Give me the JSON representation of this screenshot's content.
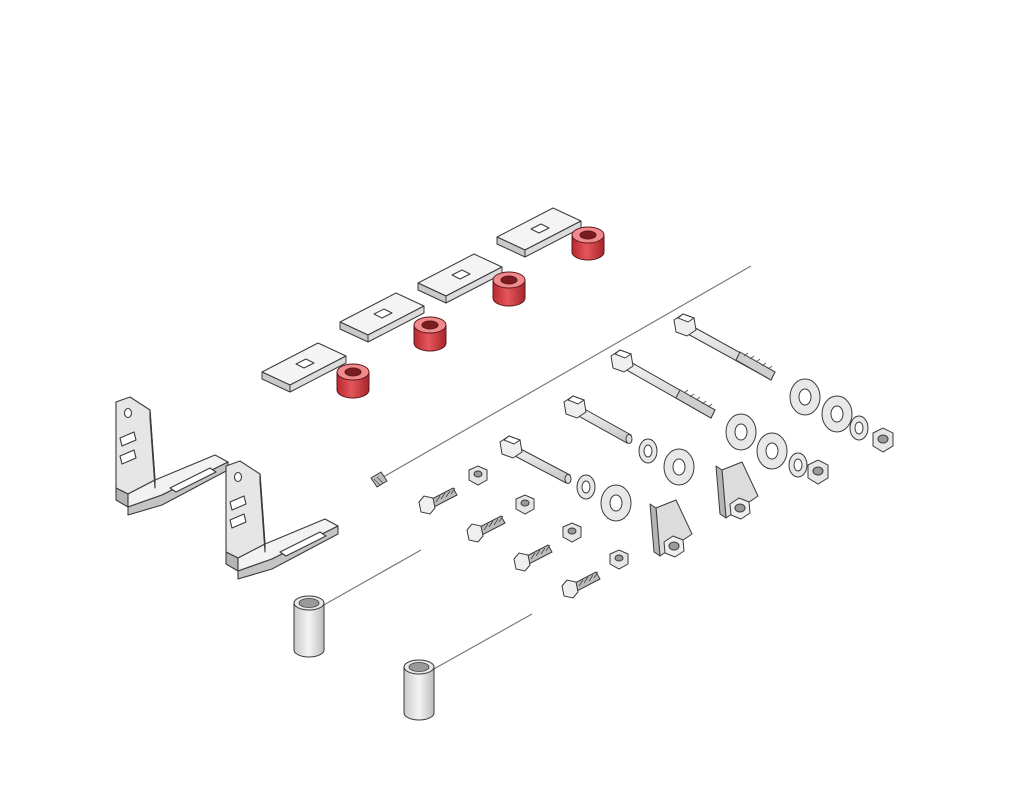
{
  "diagram": {
    "kind": "exploded-parts-illustration",
    "colors": {
      "background": "#ffffff",
      "steel_light": "#f2f2f2",
      "steel_mid": "#d8d8d8",
      "steel_dark": "#b5b5b5",
      "outline": "#3a3a3a",
      "spacer_red": "#d9474c",
      "spacer_red_dark": "#a8252b",
      "spacer_red_light": "#f08a8d"
    },
    "parts": [
      {
        "name": "mounting-bracket",
        "count": 2
      },
      {
        "name": "slotted-shim-plate",
        "count": 4
      },
      {
        "name": "red-spacer",
        "count": 4
      },
      {
        "name": "long-hex-bolt",
        "count": 2
      },
      {
        "name": "medium-hex-bolt",
        "count": 2
      },
      {
        "name": "short-hex-bolt",
        "count": 4
      },
      {
        "name": "flat-washer",
        "count": 8
      },
      {
        "name": "lock-washer",
        "count": 2
      },
      {
        "name": "hex-nut",
        "count": 6
      },
      {
        "name": "clip-nut",
        "count": 2
      },
      {
        "name": "wire-tool",
        "count": 1
      },
      {
        "name": "sleeve-tool",
        "count": 2
      }
    ]
  }
}
